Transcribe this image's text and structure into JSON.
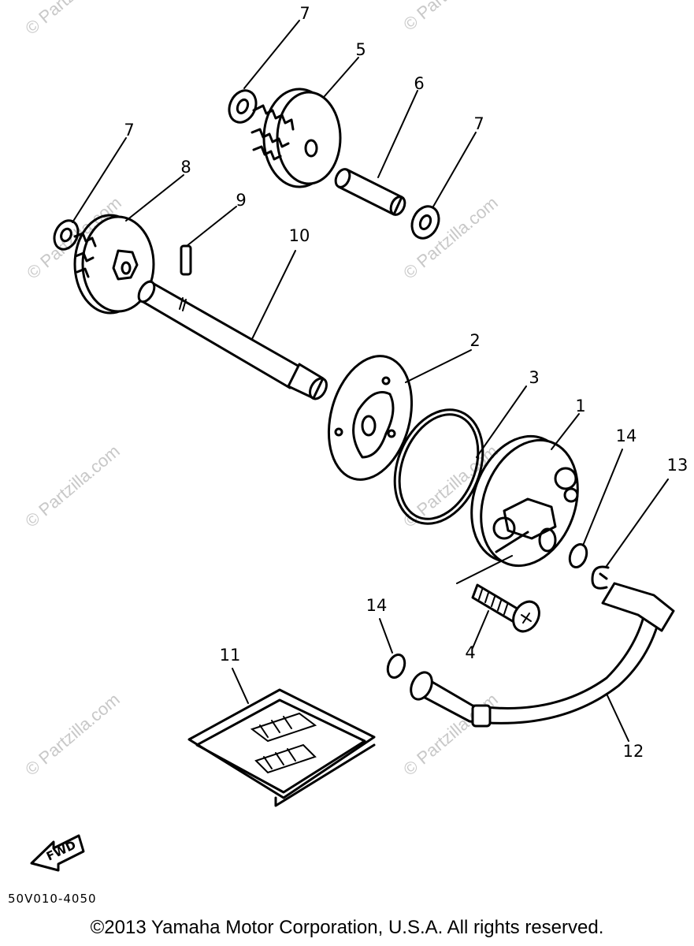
{
  "watermark": "© Partzilla.com",
  "callouts": {
    "c1": "1",
    "c2": "2",
    "c3": "3",
    "c4": "4",
    "c5": "5",
    "c6": "6",
    "c7a": "7",
    "c7b": "7",
    "c7c": "7",
    "c8": "8",
    "c9": "9",
    "c10": "10",
    "c11": "11",
    "c12": "12",
    "c13": "13",
    "c14a": "14",
    "c14b": "14"
  },
  "fwd_label": "FWD",
  "diagram_code": "50V010-4050",
  "copyright": "©2013 Yamaha Motor Corporation, U.S.A. All rights reserved."
}
